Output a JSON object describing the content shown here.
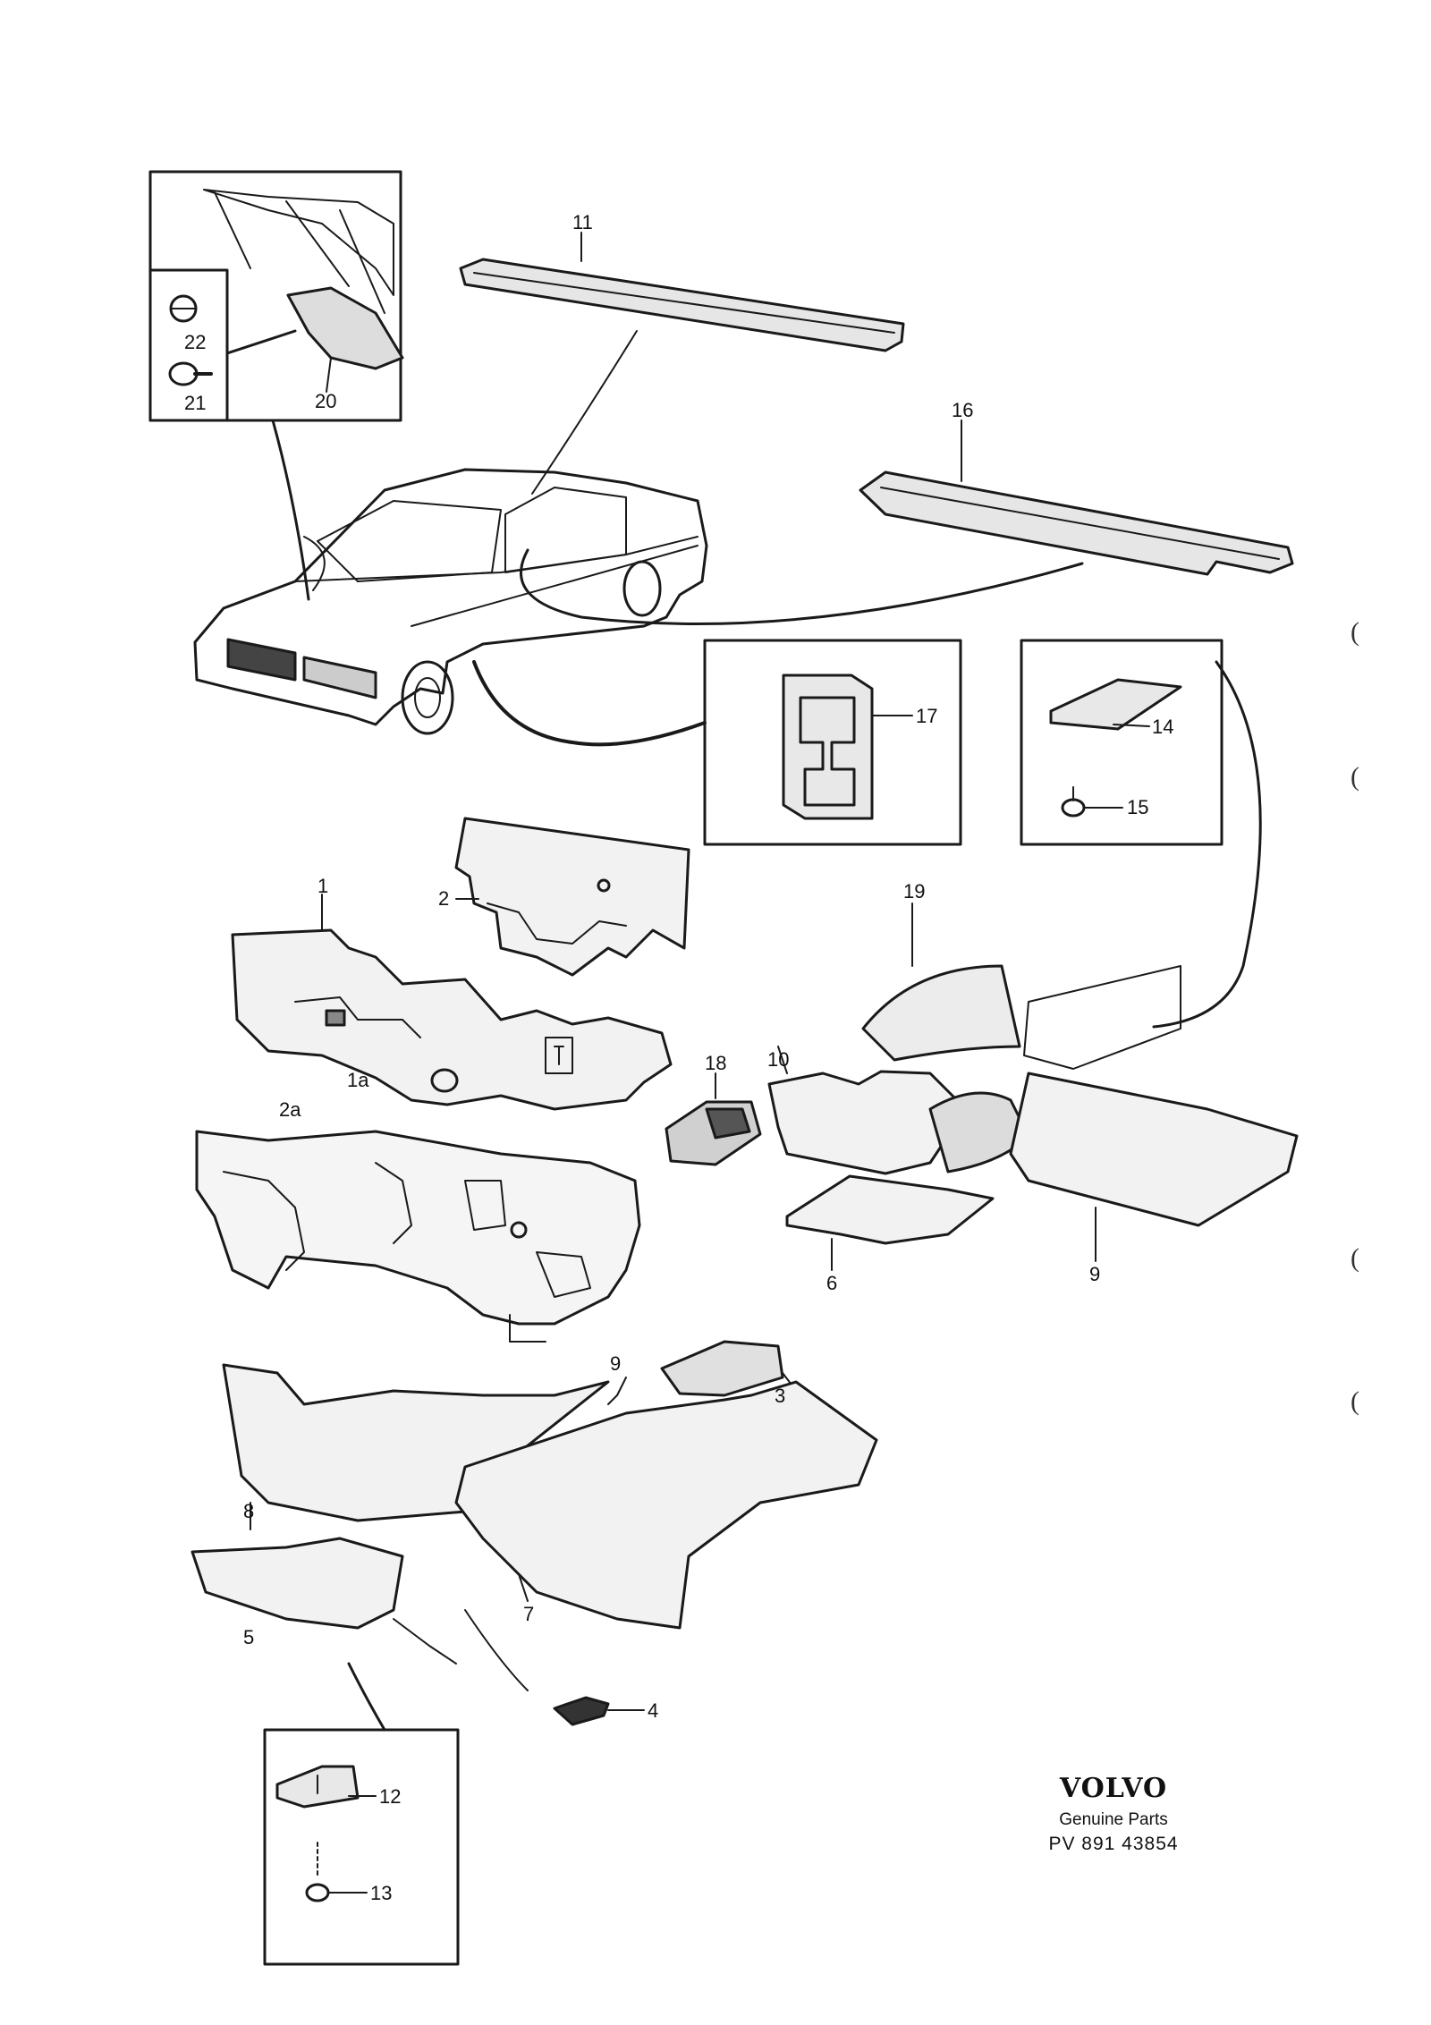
{
  "brand": {
    "name": "VOLVO",
    "subtitle": "Genuine Parts",
    "part_number": "PV 891 43854"
  },
  "margin_marks": [
    "(",
    "(",
    "(",
    "("
  ],
  "callouts": {
    "c1": "1",
    "c1a": "1a",
    "c2": "2",
    "c2a": "2a",
    "c3": "3",
    "c4": "4",
    "c5": "5",
    "c6": "6",
    "c7": "7",
    "c8": "8",
    "c9a": "9",
    "c9b": "9",
    "c10": "10",
    "c11": "11",
    "c12": "12",
    "c13": "13",
    "c14": "14",
    "c15": "15",
    "c16": "16",
    "c17": "17",
    "c18": "18",
    "c19": "19",
    "c20": "20",
    "c21": "21",
    "c22": "22"
  }
}
